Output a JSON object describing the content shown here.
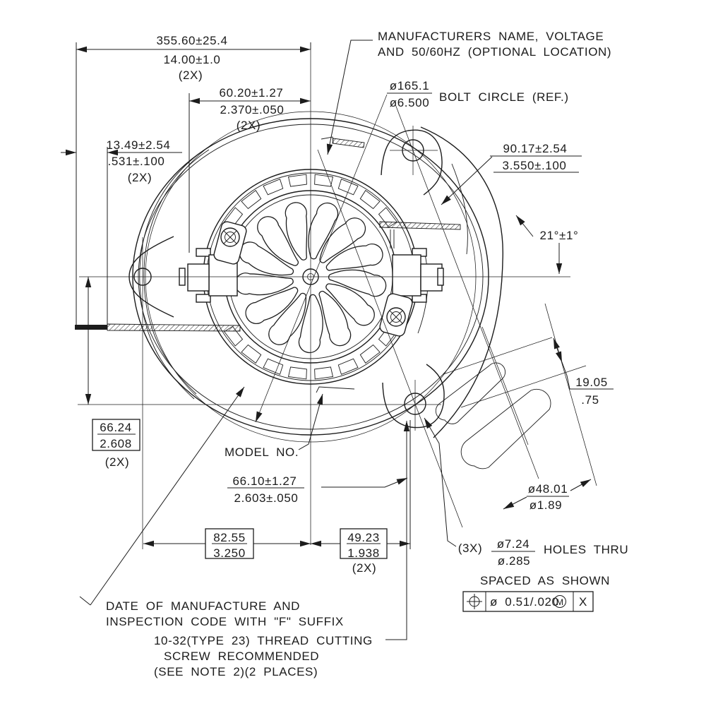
{
  "drawing": {
    "kind": "blower-motor-assembly-engineering-drawing",
    "line_color": "#1c1c1c",
    "background": "#ffffff",
    "notes": {
      "manufacturer_line1": "MANUFACTURERS NAME, VOLTAGE",
      "manufacturer_line2": "AND 50/60HZ (OPTIONAL LOCATION)",
      "bolt_circle": {
        "mm": "ø165.1",
        "in": "ø6.500",
        "label": "BOLT CIRCLE (REF.)"
      },
      "model_no": "MODEL NO.",
      "date_line1": "DATE OF MANUFACTURE AND",
      "date_line2": "INSPECTION CODE WITH \"F\" SUFFIX",
      "screw_line1": "10-32(TYPE 23) THREAD CUTTING",
      "screw_line2": "SCREW RECOMMENDED",
      "screw_line3": "(SEE NOTE 2)(2 PLACES)",
      "holes": {
        "qty": "(3X)",
        "mm": "ø7.24",
        "in": "ø.285",
        "label": "HOLES THRU"
      },
      "spaced": "SPACED AS SHOWN",
      "gdt": {
        "tolerance": "ø 0.51/.020",
        "modifier": "M",
        "datum": "X"
      }
    },
    "dimensions": {
      "overall_width": {
        "mm": "355.60±25.4",
        "in": "14.00±1.0",
        "qty": "(2X)"
      },
      "inlet_offset": {
        "mm": "60.20±1.27",
        "in": "2.370±.050",
        "qty": "(2X)"
      },
      "flange_offset": {
        "mm": "13.49±2.54",
        "in": ".531±.100",
        "qty": "(2X)"
      },
      "mount_height": {
        "mm": "90.17±2.54",
        "in": "3.550±.100"
      },
      "mount_angle": "21°±1°",
      "boss_offset": {
        "mm": "19.05",
        "in": ".75"
      },
      "base_height": {
        "mm": "66.24",
        "in": "2.608",
        "qty": "(2X)"
      },
      "outlet_offset": {
        "mm": "66.10±1.27",
        "in": "2.603±.050"
      },
      "bolt_span_left": {
        "mm": "82.55",
        "in": "3.250"
      },
      "bolt_span_right": {
        "mm": "49.23",
        "in": "1.938",
        "qty": "(2X)"
      },
      "boss_dia": {
        "mm": "ø48.01",
        "in": "ø1.89"
      }
    }
  }
}
